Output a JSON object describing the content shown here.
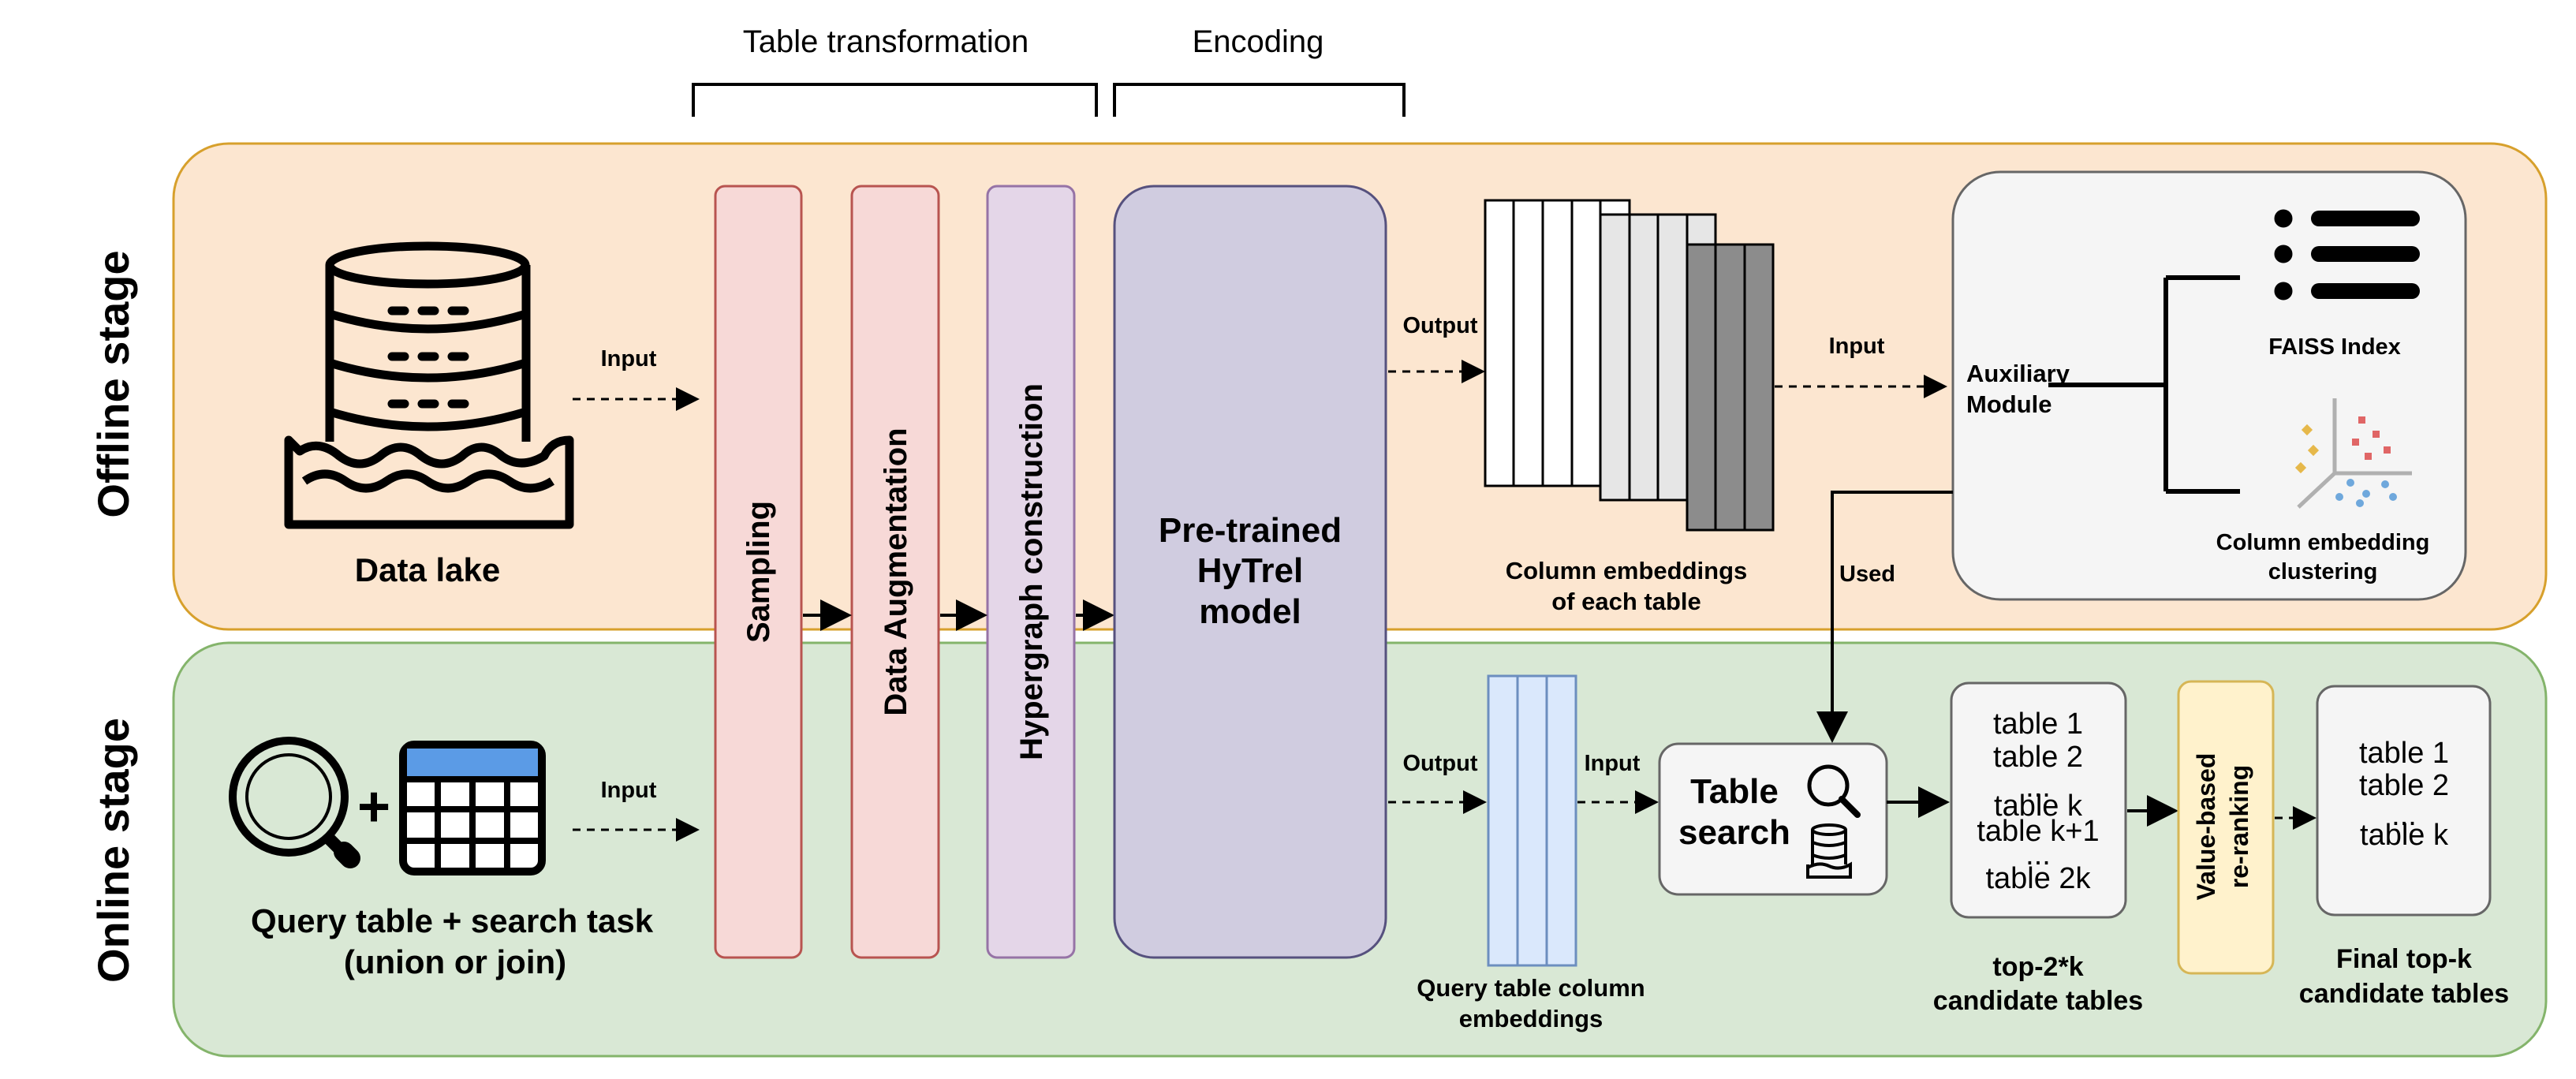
{
  "headers": {
    "transformation": "Table transformation",
    "encoding": "Encoding"
  },
  "stages": {
    "offline": "Offline stage",
    "online": "Online stage"
  },
  "offline": {
    "data_lake": "Data lake",
    "input_label": "Input",
    "output_label": "Output",
    "input2_label": "Input",
    "column_embeddings": [
      "Column embeddings",
      "of each table"
    ],
    "used_label": "Used",
    "auxiliary": [
      "Auxiliary",
      "Module"
    ],
    "faiss": "FAISS Index",
    "clustering": [
      "Column embedding",
      "clustering"
    ]
  },
  "transform": {
    "sampling": "Sampling",
    "augmentation": "Data Augmentation",
    "hypergraph": "Hypergraph construction"
  },
  "encoder": {
    "lines": [
      "Pre-trained",
      "HyTrel",
      "model"
    ]
  },
  "online": {
    "query_line1": "Query table + search task",
    "query_line2": "(union or join)",
    "input_label": "Input",
    "output_label": "Output",
    "input2_label": "Input",
    "query_embeddings": [
      "Query table column",
      "embeddings"
    ],
    "table_search": [
      "Table",
      "search"
    ],
    "candidates": [
      "table 1",
      "table 2",
      "table k",
      "table k+1",
      "table 2k"
    ],
    "candidates_caption": [
      "top-2*k",
      "candidate tables"
    ],
    "rerank": [
      "Value-based",
      "re-ranking"
    ],
    "final_tables": [
      "table 1",
      "table 2",
      "table k"
    ],
    "final_caption": [
      "Final top-k",
      "candidate tables"
    ],
    "plus": "+"
  },
  "colors": {
    "offline_bg": "#FCE6D0",
    "offline_border": "#D7A02C",
    "online_bg": "#D9E8D5",
    "online_border": "#84B46B",
    "sampling_fill": "#F7D9D7",
    "sampling_border": "#B85450",
    "hypergraph_fill": "#E4D6E8",
    "hypergraph_border": "#9673A6",
    "encoder_fill": "#D0CCE0",
    "encoder_border": "#56517E",
    "query_emb_fill": "#DAE8FC",
    "query_emb_border": "#6C8EBF",
    "rerank_fill": "#FFF2CC",
    "rerank_border": "#D6B656",
    "panel_fill": "#F5F5F5",
    "panel_border": "#666666"
  }
}
